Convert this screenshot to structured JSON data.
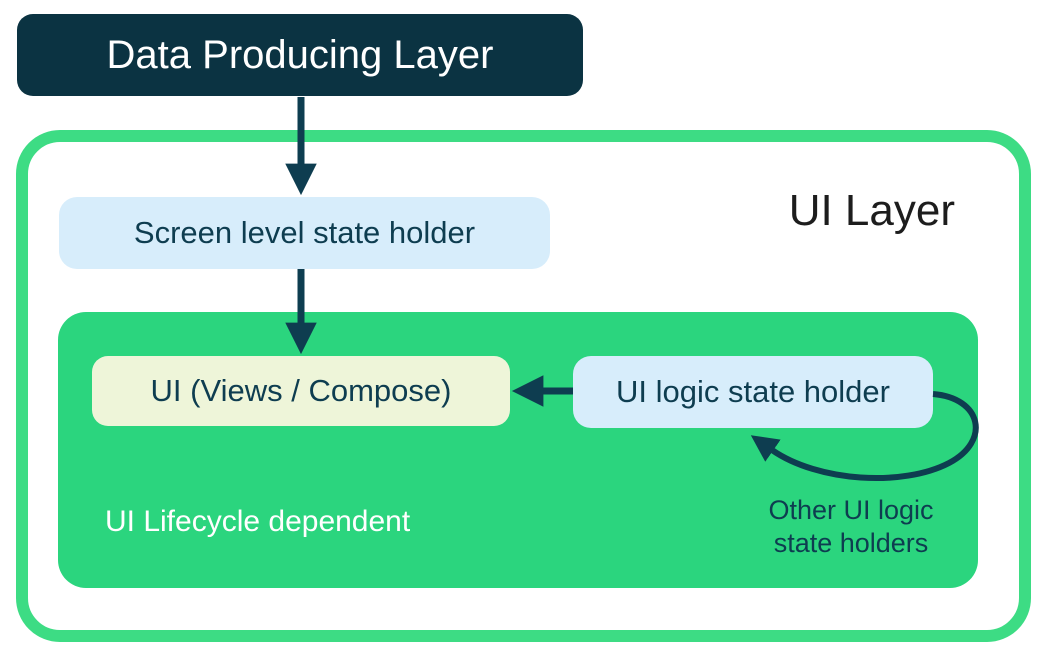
{
  "palette": {
    "dark_navy": "#0b3342",
    "ink": "#0e3d50",
    "green_border": "#3ddc84",
    "green_fill": "#2bd57e",
    "light_blue": "#d7edfb",
    "pale_yellow": "#eef5d9",
    "title_ink": "#1d1d1d",
    "white": "#ffffff"
  },
  "nodes": {
    "data_producing_layer": {
      "label": "Data Producing Layer"
    },
    "ui_layer_title": {
      "label": "UI Layer"
    },
    "screen_state_holder": {
      "label": "Screen level state holder"
    },
    "ui_views_compose": {
      "label": "UI (Views / Compose)"
    },
    "ui_logic_state_holder": {
      "label": "UI logic state holder"
    }
  },
  "captions": {
    "lifecycle": {
      "label": "UI Lifecycle dependent"
    },
    "other_holders": {
      "line1": "Other UI logic",
      "line2": "state holders"
    }
  },
  "arrows": {
    "data_to_screen": "arrow-down",
    "screen_to_ui": "arrow-down",
    "logic_to_ui": "arrow-left",
    "other_holders_loop": "curved-arrow-loop"
  }
}
